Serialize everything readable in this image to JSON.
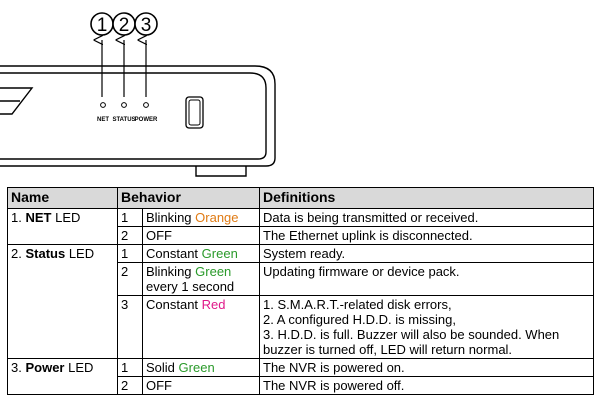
{
  "callouts": [
    "1",
    "2",
    "3"
  ],
  "device_labels": [
    "NET",
    "STATUS",
    "POWER"
  ],
  "colors": {
    "orange": "#e07b14",
    "green": "#2a9a2a",
    "red": "#e0198a",
    "header_bg": "#d9d9d9"
  },
  "table": {
    "headers": {
      "name": "Name",
      "behavior": "Behavior",
      "definitions": "Definitions"
    },
    "net": {
      "num": "1.",
      "bold": "NET",
      "suffix": "LED",
      "r1": {
        "num": "1",
        "pre": "Blinking",
        "color": "Orange",
        "def": "Data is being transmitted or received."
      },
      "r2": {
        "num": "2",
        "text": "OFF",
        "def": "The Ethernet uplink is disconnected."
      }
    },
    "status": {
      "num": "2.",
      "bold": "Status",
      "suffix": "LED",
      "r1": {
        "num": "1",
        "pre": "Constant",
        "color": "Green",
        "def": "System ready."
      },
      "r2": {
        "num": "2",
        "pre": "Blinking",
        "color": "Green",
        "post": "every 1 second",
        "def": "Updating firmware or device pack."
      },
      "r3": {
        "num": "3",
        "pre": "Constant",
        "color": "Red",
        "def1": "1. S.M.A.R.T.-related disk errors,",
        "def2": "2. A configured H.D.D. is missing,",
        "def3": "3. H.D.D. is full. Buzzer will also be sounded. When buzzer is turned off, LED will return normal."
      }
    },
    "power": {
      "num": "3.",
      "bold": "Power",
      "suffix": "LED",
      "r1": {
        "num": "1",
        "pre": "Solid",
        "color": "Green",
        "def": "The NVR is powered on."
      },
      "r2": {
        "num": "2",
        "text": "OFF",
        "def": "The NVR is powered off."
      }
    }
  }
}
